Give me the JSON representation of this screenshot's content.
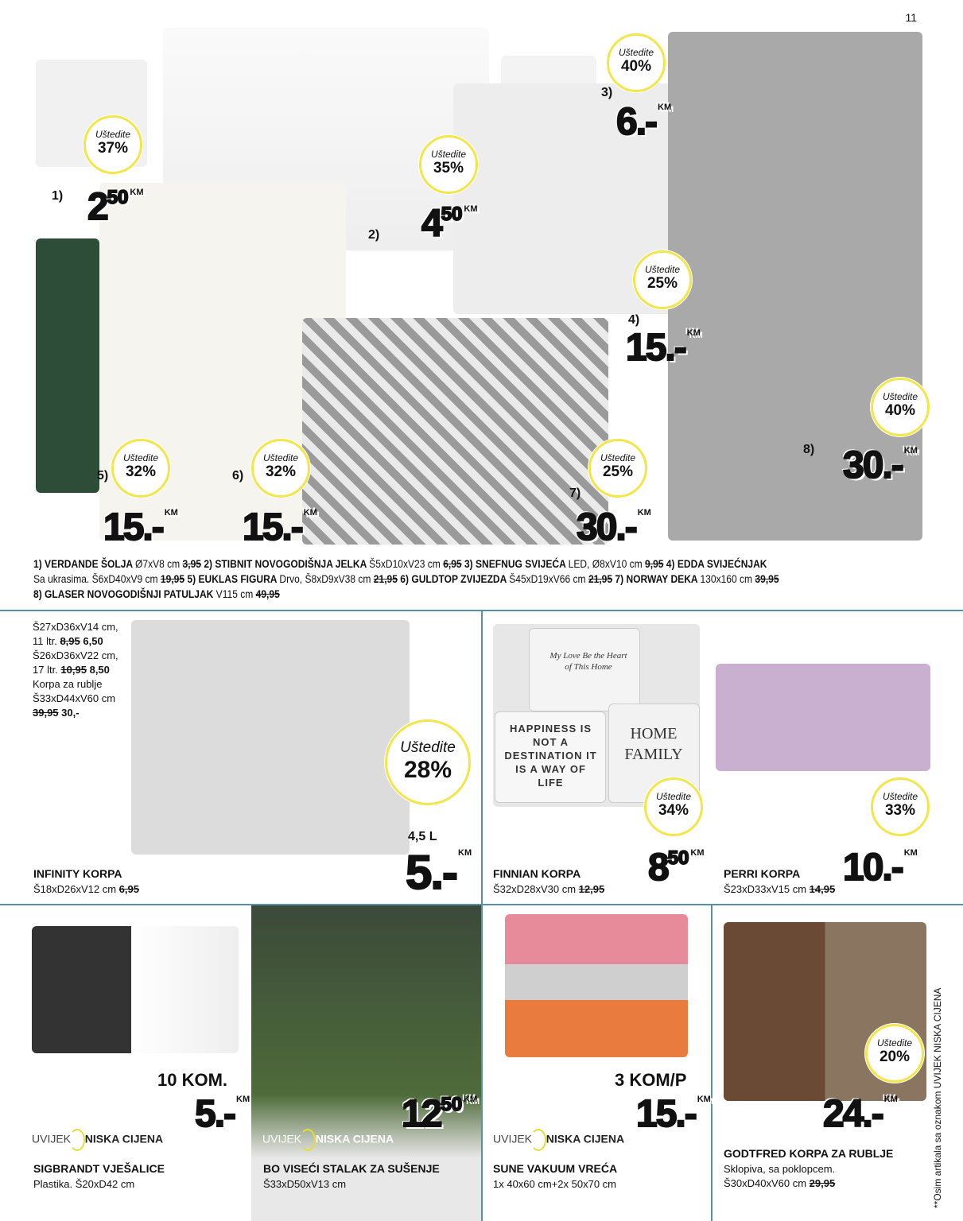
{
  "page_number": "11",
  "save_label": "Uštedite",
  "currency": "KM",
  "top_products": [
    {
      "n": "1)",
      "save": "37%",
      "price": "2",
      "cents": "50"
    },
    {
      "n": "2)",
      "save": "35%",
      "price": "4",
      "cents": "50"
    },
    {
      "n": "3)",
      "save": "40%",
      "price": "6.-",
      "cents": ""
    },
    {
      "n": "4)",
      "save": "25%",
      "price": "15.-",
      "cents": ""
    },
    {
      "n": "5)",
      "save": "32%",
      "price": "15.-",
      "cents": ""
    },
    {
      "n": "6)",
      "save": "32%",
      "price": "15.-",
      "cents": ""
    },
    {
      "n": "7)",
      "save": "25%",
      "price": "30.-",
      "cents": ""
    },
    {
      "n": "8)",
      "save": "40%",
      "price": "30.-",
      "cents": ""
    }
  ],
  "description": [
    {
      "b": "1) VERDANDE ŠOLJA ",
      "t": "Ø7xV8 cm ",
      "old": "3,95"
    },
    {
      "b": " 2) STIBNIT NOVOGODIŠNJA JELKA ",
      "t": "Š5xD10xV23 cm ",
      "old": "6,95"
    },
    {
      "b": " 3) SNEFNUG SVIJEĆA ",
      "t": "LED, Ø8xV10 cm ",
      "old": "9,95"
    },
    {
      "b": " 4) EDDA SVIJEĆNJAK ",
      "t": "Sa ukrasima. Š6xD40xV9 cm ",
      "old": "19,95"
    },
    {
      "b": " 5) EUKLAS FIGURA ",
      "t": "Drvo, Š8xD9xV38 cm ",
      "old": "21,95"
    },
    {
      "b": " 6) GULDTOP ZVIJEZDA ",
      "t": "Š45xD19xV66 cm ",
      "old": "21,95"
    },
    {
      "b": " 7) NORWAY DEKA ",
      "t": "130x160 cm ",
      "old": "39,95"
    },
    {
      "b": " 8) GLASER NOVOGODIŠNJI PATULJAK ",
      "t": "V115 cm ",
      "old": "49,95"
    }
  ],
  "infinity": {
    "lines": [
      {
        "t": "Š27xD36xV14 cm,"
      },
      {
        "t": "11 ltr. ",
        "old": "8,95",
        "new": "6,50"
      },
      {
        "t": "Š26xD36xV22 cm,"
      },
      {
        "t": "17 ltr. ",
        "old": "10,95",
        "new": "8,50"
      },
      {
        "t": "Korpa za rublje"
      },
      {
        "t": "Š33xD44xV60 cm"
      },
      {
        "t": "",
        "old": "39,95",
        "new": "30,-"
      }
    ],
    "save": "28%",
    "volume": "4,5 L",
    "price": "5.-",
    "title": "INFINITY KORPA",
    "sub": "Š18xD26xV12 cm ",
    "old": "6,95"
  },
  "finnian": {
    "save": "34%",
    "price": "8",
    "cents": "50",
    "title": "FINNIAN KORPA",
    "sub": "Š32xD28xV30 cm ",
    "old": "12,95",
    "box_text": [
      "HAPPINESS IS NOT A DESTINATION IT IS A WAY OF LIFE",
      "HOME FAMILY",
      "My Love Be the Heart of This Home"
    ]
  },
  "perri": {
    "save": "33%",
    "price": "10.-",
    "title": "PERRI KORPA",
    "sub": "Š23xD33xV15 cm ",
    "old": "14,95"
  },
  "sigbrandt": {
    "qty": "10 KOM.",
    "price": "5.-",
    "title": "SIGBRANDT VJEŠALICE",
    "sub": "Plastika. Š20xD42 cm"
  },
  "bo": {
    "price": "12",
    "cents": "50",
    "title": "BO VISEĆI STALAK ZA SUŠENJE",
    "sub": "Š33xD50xV13 cm"
  },
  "sune": {
    "qty": "3 KOM/P",
    "price": "15.-",
    "title": "SUNE VAKUUM VREĆA",
    "sub": "1x 40x60 cm+2x 50x70 cm"
  },
  "godtfred": {
    "save": "20%",
    "price": "24.-",
    "title": "GODTFRED KORPA ZA RUBLJE",
    "sub1": "Sklopiva, sa poklopcem.",
    "sub2": "Š30xD40xV60 cm ",
    "old": "29,95"
  },
  "logo": {
    "a": "UVIJEK",
    "b": "NISKA CIJENA"
  },
  "footnote": "**Osim artikala sa oznakom UVIJEK NISKA CIJENA",
  "colors": {
    "divider": "#5a8fa6",
    "badge_ring": "#f2e64a"
  }
}
